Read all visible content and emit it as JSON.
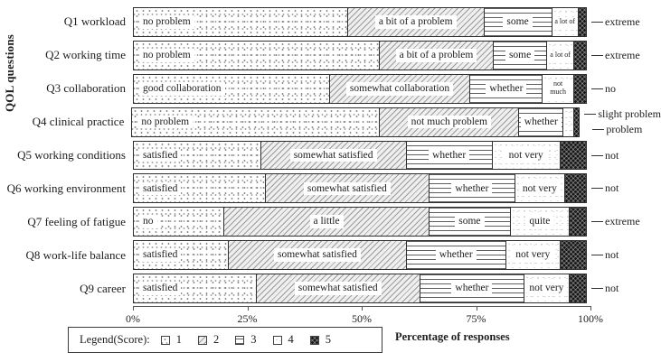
{
  "ylabel": "QOL questions",
  "xlabel": "Percentage of responses",
  "x_ticks": [
    "0%",
    "25%",
    "50%",
    "75%",
    "100%"
  ],
  "legend": {
    "title": "Legend(Score):",
    "scores": [
      "1",
      "2",
      "3",
      "4",
      "5"
    ]
  },
  "colors": {
    "ink": "#1d1d1d",
    "dark_segment": "#161616",
    "hatch_gray": "#9b9b9b"
  },
  "chart_data": {
    "type": "bar",
    "stacked": true,
    "orientation": "horizontal",
    "title": "",
    "xlabel": "Percentage of responses",
    "ylabel": "QOL questions",
    "xlim": [
      0,
      100
    ],
    "grid": false,
    "legend_position": "bottom-left",
    "categories": [
      "Q1 workload",
      "Q2 working time",
      "Q3 collaboration",
      "Q4 clinical practice",
      "Q5 working conditions",
      "Q6 working environment",
      "Q7 feeling of fatigue",
      "Q8 work-life balance",
      "Q9 career"
    ],
    "series": [
      {
        "name": "1",
        "values": [
          47,
          54,
          43,
          55,
          28,
          29,
          20,
          21,
          27
        ]
      },
      {
        "name": "2",
        "values": [
          30,
          25,
          31,
          31,
          32,
          36,
          45,
          39,
          36
        ]
      },
      {
        "name": "3",
        "values": [
          15,
          12,
          16,
          10,
          19,
          19,
          18,
          22,
          23
        ]
      },
      {
        "name": "4",
        "values": [
          6,
          6,
          7,
          2.5,
          15,
          11,
          13,
          12,
          10
        ]
      },
      {
        "name": "5",
        "values": [
          2,
          3,
          3,
          1.5,
          6,
          5,
          4,
          6,
          4
        ]
      }
    ],
    "segment_labels": [
      [
        "no problem",
        "a bit of a problem",
        "some",
        "a lot of",
        ""
      ],
      [
        "no problem",
        "a bit of a problem",
        "some",
        "a lot of",
        ""
      ],
      [
        "good collaboration",
        "somewhat collaboration",
        "whether",
        "not much",
        ""
      ],
      [
        "no problem",
        "not much problem",
        "whether",
        "",
        ""
      ],
      [
        "satisfied",
        "somewhat satisfied",
        "whether",
        "not very",
        ""
      ],
      [
        "satisfied",
        "somewhat satisfied",
        "whether",
        "not very",
        ""
      ],
      [
        "no",
        "a little",
        "some",
        "quite",
        ""
      ],
      [
        "satisfied",
        "somewhat satisfied",
        "whether",
        "not very",
        ""
      ],
      [
        "satisfied",
        "somewhat satisfied",
        "whether",
        "not very",
        ""
      ]
    ],
    "annotations": [
      [
        "extreme"
      ],
      [
        "extreme"
      ],
      [
        "no"
      ],
      [
        "slight problem",
        "problem"
      ],
      [
        "not"
      ],
      [
        "not"
      ],
      [
        "extreme"
      ],
      [
        "not"
      ],
      [
        "not"
      ]
    ]
  }
}
